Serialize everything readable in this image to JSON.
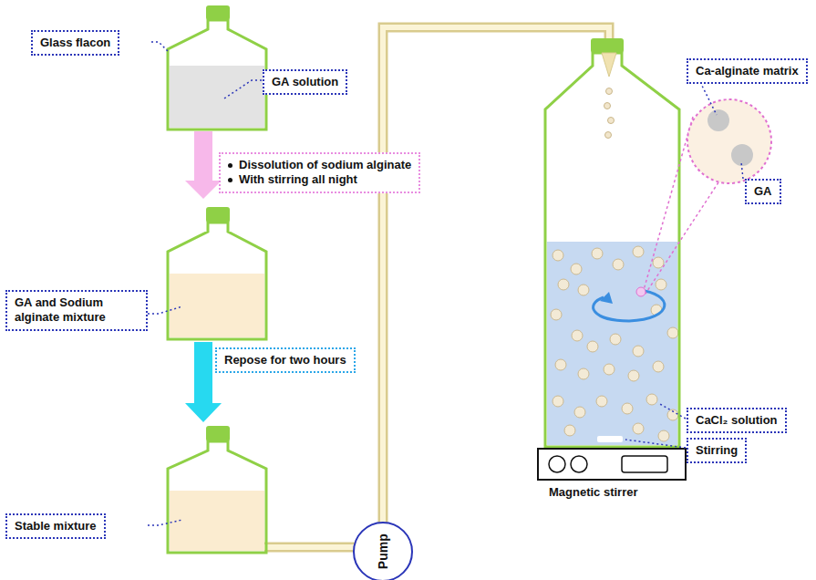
{
  "diagram": {
    "nodes": [
      {
        "text": [
          "Glass flacon"
        ]
      },
      {
        "text": [
          "GA solution"
        ]
      },
      {
        "text": [
          "Dissolution of sodium alginate",
          "With stirring all night"
        ]
      },
      {
        "text": [
          "GA and Sodium alginate mixture"
        ]
      },
      {
        "text": [
          "Repose for two hours"
        ]
      },
      {
        "text": [
          "Stable mixture"
        ]
      },
      {
        "text": [
          "Pump"
        ]
      },
      {
        "text": [
          "Ca-alginate matrix"
        ]
      },
      {
        "text": [
          "GA"
        ]
      },
      {
        "text": [
          "CaCl₂ solution"
        ]
      },
      {
        "text": [
          "Stirring"
        ]
      }
    ],
    "labels": [
      "Magnetic stirrer"
    ]
  }
}
